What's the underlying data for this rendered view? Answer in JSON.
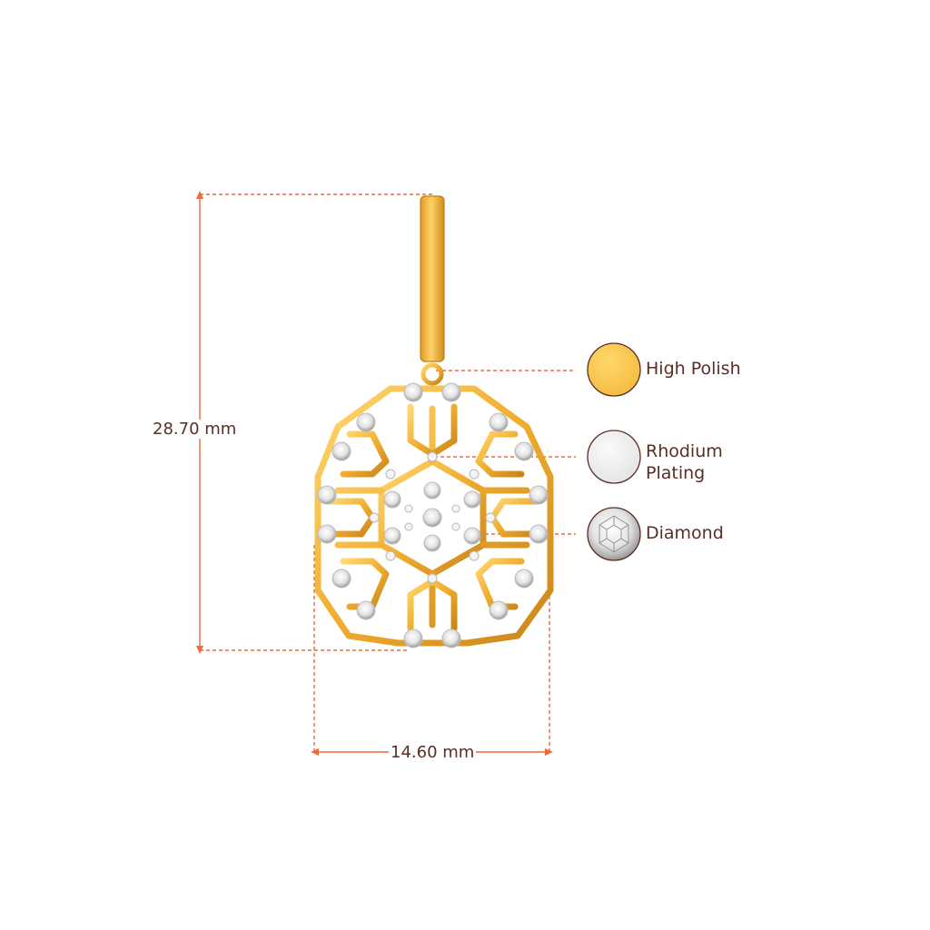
{
  "dimensions": {
    "height": "28.70 mm",
    "width": "14.60 mm"
  },
  "legend": [
    {
      "label": "High Polish",
      "swatch": "gold-swatch",
      "color": "#f5c24e"
    },
    {
      "label": "Rhodium Plating",
      "label_line1": "Rhodium",
      "label_line2": "Plating",
      "swatch": "rhodium-swatch",
      "color": "#ececec"
    },
    {
      "label": "Diamond",
      "swatch": "diamond-swatch",
      "color": "#d9d9d9"
    }
  ],
  "colors": {
    "guide_line": "#f06a35",
    "gold": "#f2b536",
    "gold_dark": "#c9851a",
    "text": "#5a2e22"
  }
}
